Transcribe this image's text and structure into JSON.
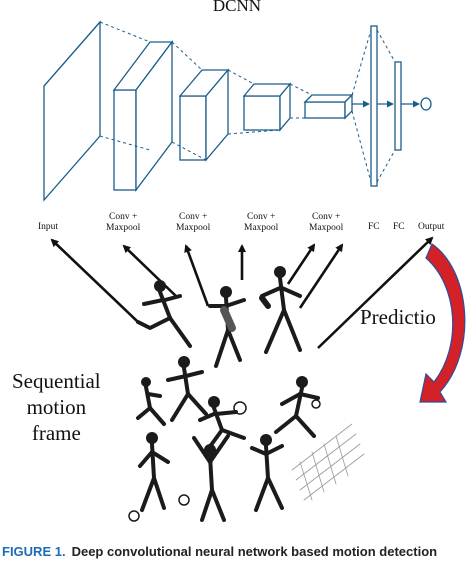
{
  "title": "DCNN",
  "layers": [
    {
      "label": "Input"
    },
    {
      "label": "Conv +\nMaxpool"
    },
    {
      "label": "Conv +\nMaxpool"
    },
    {
      "label": "Conv +\nMaxpool"
    },
    {
      "label": "Conv +\nMaxpool"
    },
    {
      "label": "FC"
    },
    {
      "label": "FC"
    },
    {
      "label": "Output"
    }
  ],
  "prediction_label": "Predictio",
  "motion_label": "Sequential\nmotion\nframe",
  "caption": {
    "figure": "FIGURE 1.",
    "text": "Deep convolutional neural network based motion detection"
  },
  "colors": {
    "block_fill": "#ffffff",
    "block_stroke": "#1a5e8c",
    "arrow_dark": "#111111",
    "prediction_arrow": "#d42127",
    "prediction_arrow_edge": "#2a4f9e",
    "caption_accent": "#1e6bb8"
  }
}
